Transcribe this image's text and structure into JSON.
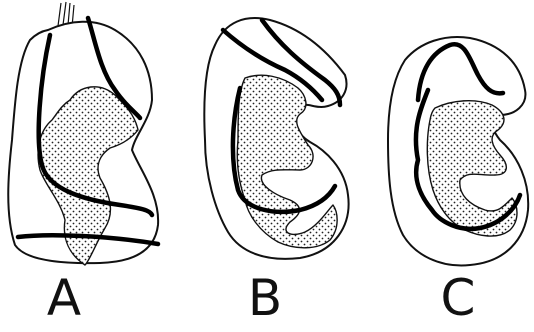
{
  "figures": [
    {
      "id": "a",
      "label": "A"
    },
    {
      "id": "b",
      "label": "B"
    },
    {
      "id": "c",
      "label": "C"
    }
  ]
}
